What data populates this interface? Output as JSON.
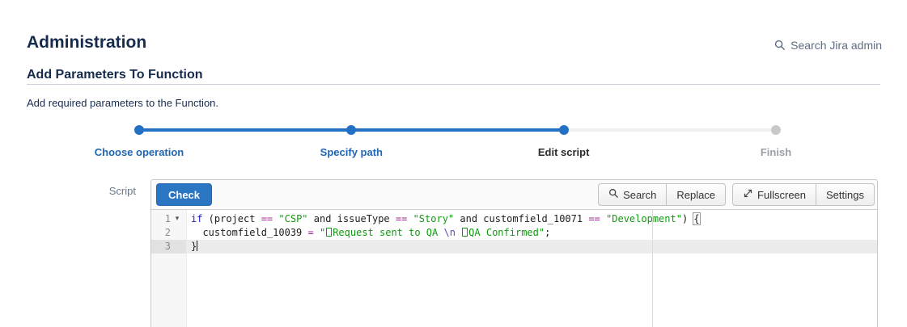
{
  "header": {
    "title": "Administration",
    "search": {
      "label": "Search Jira admin",
      "icon": "search-icon"
    }
  },
  "wizard": {
    "title": "Add Parameters To Function",
    "description": "Add required parameters to the Function.",
    "steps": [
      {
        "label": "Choose operation",
        "state": "done"
      },
      {
        "label": "Specify path",
        "state": "done"
      },
      {
        "label": "Edit script",
        "state": "current"
      },
      {
        "label": "Finish",
        "state": "upcoming"
      }
    ]
  },
  "editor": {
    "field_label": "Script",
    "check_button_label": "Check",
    "toolbar": {
      "search": "Search",
      "replace": "Replace",
      "fullscreen": "Fullscreen",
      "settings": "Settings"
    },
    "code": {
      "lines": [
        {
          "num": "1",
          "fold": true,
          "active": false,
          "tokens": [
            {
              "t": "kw",
              "v": "if"
            },
            {
              "t": "plain",
              "v": " (project "
            },
            {
              "t": "op",
              "v": "=="
            },
            {
              "t": "plain",
              "v": " "
            },
            {
              "t": "str",
              "v": "\"CSP\""
            },
            {
              "t": "plain",
              "v": " and issueType "
            },
            {
              "t": "op",
              "v": "=="
            },
            {
              "t": "plain",
              "v": " "
            },
            {
              "t": "str",
              "v": "\"Story\""
            },
            {
              "t": "plain",
              "v": " and customfield_10071 "
            },
            {
              "t": "op",
              "v": "=="
            },
            {
              "t": "plain",
              "v": " "
            },
            {
              "t": "str",
              "v": "\"Development\""
            },
            {
              "t": "plain",
              "v": ") "
            },
            {
              "t": "brk",
              "v": "{"
            }
          ]
        },
        {
          "num": "2",
          "fold": false,
          "active": false,
          "tokens": [
            {
              "t": "plain",
              "v": "  customfield_10039 "
            },
            {
              "t": "op",
              "v": "="
            },
            {
              "t": "plain",
              "v": " "
            },
            {
              "t": "str",
              "v": "\""
            },
            {
              "t": "tofu"
            },
            {
              "t": "str",
              "v": "Request sent to QA "
            },
            {
              "t": "esc",
              "v": "\\n"
            },
            {
              "t": "str",
              "v": " "
            },
            {
              "t": "tofu"
            },
            {
              "t": "str",
              "v": "QA Confirmed\""
            },
            {
              "t": "plain",
              "v": ";"
            }
          ]
        },
        {
          "num": "3",
          "fold": false,
          "active": true,
          "tokens": [
            {
              "t": "plain",
              "v": "}"
            },
            {
              "t": "cursor"
            }
          ]
        }
      ]
    }
  },
  "colors": {
    "heading_navy": "#172b4d",
    "stepper_blue": "#2271c4",
    "check_button_blue": "#2a76c2",
    "keyword_blue": "#1b1bc7",
    "string_green": "#0d9c0d",
    "operator_purple": "#a626a4",
    "escape_violet": "#6b40c8",
    "muted_gray": "#5e6c84"
  }
}
